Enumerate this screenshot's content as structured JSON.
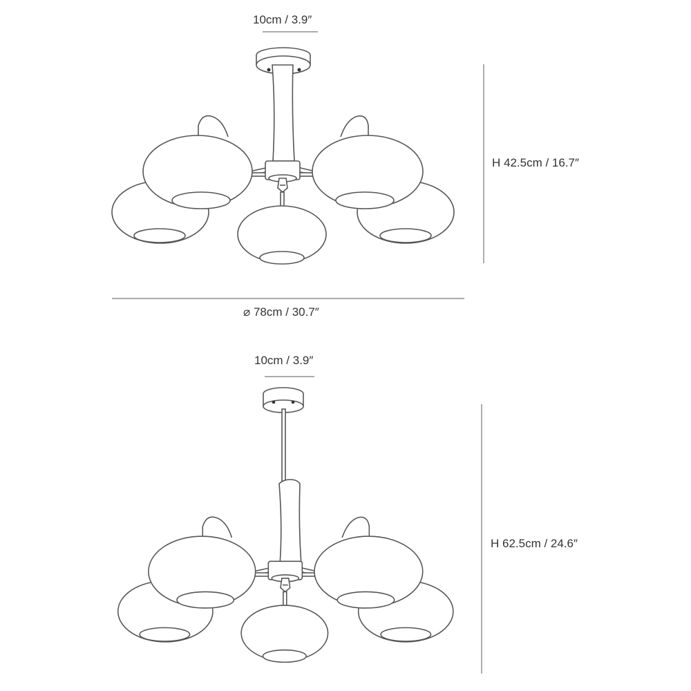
{
  "diagrams": [
    {
      "canopy_width": "10cm / 3.9″",
      "height": "H 42.5cm / 16.7″",
      "diameter": "⌀ 78cm / 30.7″"
    },
    {
      "canopy_width": "10cm / 3.9″",
      "height": "H 62.5cm / 24.6″"
    }
  ],
  "colors": {
    "line": "#555555",
    "background": "#ffffff"
  }
}
